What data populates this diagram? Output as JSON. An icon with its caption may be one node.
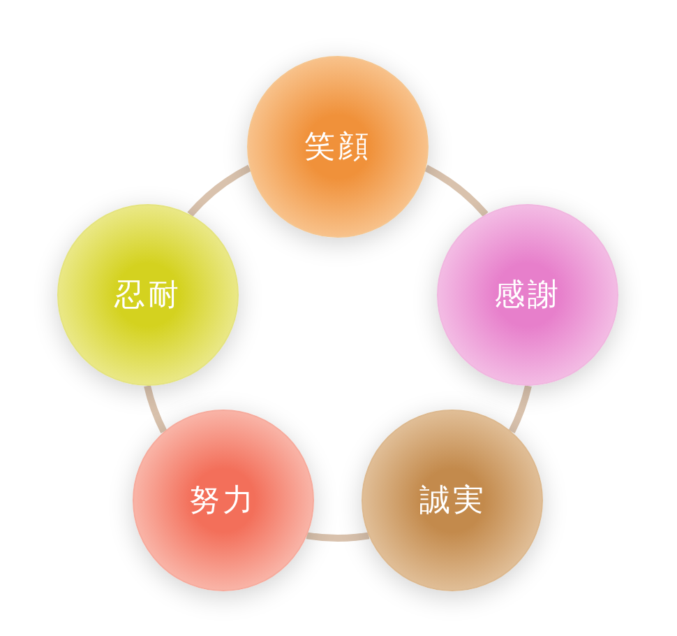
{
  "diagram": {
    "nodes": [
      {
        "text": [
          "笑顔"
        ]
      },
      {
        "text": [
          "感謝"
        ]
      },
      {
        "text": [
          "誠実"
        ]
      },
      {
        "text": [
          "努力"
        ]
      },
      {
        "text": [
          "忍耐"
        ]
      }
    ],
    "edges": [
      {
        "from": 0,
        "to": 1,
        "arrow": "none"
      },
      {
        "from": 1,
        "to": 2,
        "arrow": "none"
      },
      {
        "from": 2,
        "to": 3,
        "arrow": "none"
      },
      {
        "from": 3,
        "to": 4,
        "arrow": "none"
      },
      {
        "from": 4,
        "to": 0,
        "arrow": "none"
      }
    ]
  }
}
